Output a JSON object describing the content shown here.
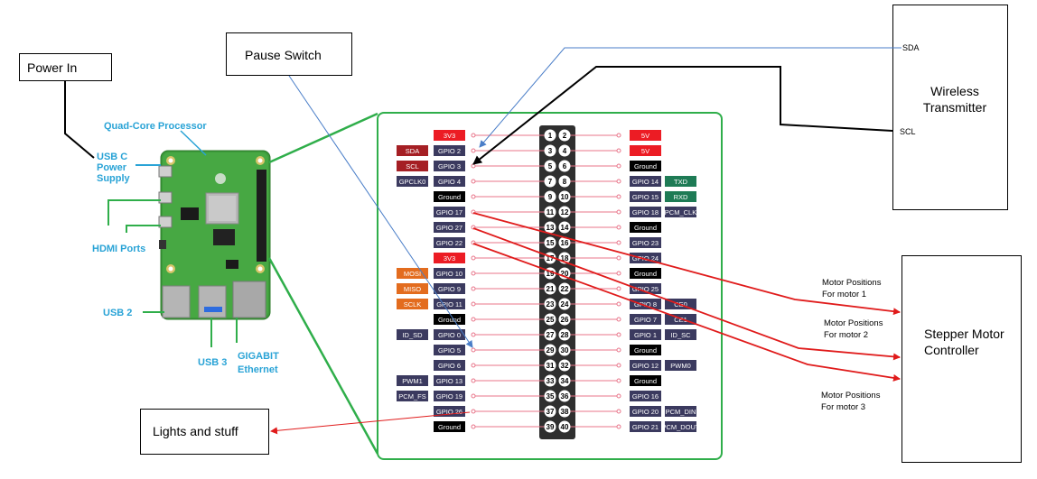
{
  "colors": {
    "power": "#ec1c24",
    "gpio": "#3b3a5f",
    "ground": "#000000",
    "special": "#a51f24",
    "spi": "#e36c1e",
    "uart": "#1e7b55",
    "frame_green": "#2fae4a",
    "pin_line": "#e8758a",
    "header": "#2f2f2f",
    "board_label": "#29a3d6",
    "arrow_red": "#e01b1b",
    "arrow_blue": "#4a7ec8",
    "arrow_black": "#000000"
  },
  "boxes": {
    "power_in": "Power In",
    "pause_switch": "Pause Switch",
    "lights": "Lights and stuff",
    "wireless_title": "Wireless Transmitter",
    "wireless_sda": "SDA",
    "wireless_scl": "SCL",
    "stepper_title": "Stepper Motor Controller"
  },
  "board_labels": {
    "processor": "Quad-Core Processor",
    "usb_c": "USB C Power Supply",
    "hdmi": "HDMI Ports",
    "usb2": "USB 2",
    "usb3": "USB 3",
    "ethernet": "GIGABIT Ethernet"
  },
  "motor_notes": [
    {
      "line1": "Motor Positions",
      "line2": "For motor 1"
    },
    {
      "line1": "Motor Positions",
      "line2": "For motor 2"
    },
    {
      "line1": "Motor Positions",
      "line2": "For motor 3"
    }
  ],
  "pinout": {
    "rows": [
      {
        "l": [
          "3V3"
        ],
        "lc": [
          "power"
        ],
        "ll": "",
        "llc": "",
        "a": 1,
        "b": 2,
        "r": "5V",
        "rc": "power",
        "rr": "",
        "rrc": ""
      },
      {
        "l": [
          "GPIO 2"
        ],
        "lc": [
          "gpio"
        ],
        "ll": "SDA",
        "llc": "special",
        "a": 3,
        "b": 4,
        "r": "5V",
        "rc": "power",
        "rr": "",
        "rrc": ""
      },
      {
        "l": [
          "GPIO 3"
        ],
        "lc": [
          "gpio"
        ],
        "ll": "SCL",
        "llc": "special",
        "a": 5,
        "b": 6,
        "r": "Ground",
        "rc": "ground",
        "rr": "",
        "rrc": ""
      },
      {
        "l": [
          "GPIO 4"
        ],
        "lc": [
          "gpio"
        ],
        "ll": "GPCLK0",
        "llc": "gpio",
        "a": 7,
        "b": 8,
        "r": "GPIO 14",
        "rc": "gpio",
        "rr": "TXD",
        "rrc": "uart"
      },
      {
        "l": [
          "Ground"
        ],
        "lc": [
          "ground"
        ],
        "ll": "",
        "llc": "",
        "a": 9,
        "b": 10,
        "r": "GPIO 15",
        "rc": "gpio",
        "rr": "RXD",
        "rrc": "uart"
      },
      {
        "l": [
          "GPIO 17"
        ],
        "lc": [
          "gpio"
        ],
        "ll": "",
        "llc": "",
        "a": 11,
        "b": 12,
        "r": "GPIO 18",
        "rc": "gpio",
        "rr": "PCM_CLK",
        "rrc": "gpio"
      },
      {
        "l": [
          "GPIO 27"
        ],
        "lc": [
          "gpio"
        ],
        "ll": "",
        "llc": "",
        "a": 13,
        "b": 14,
        "r": "Ground",
        "rc": "ground",
        "rr": "",
        "rrc": ""
      },
      {
        "l": [
          "GPIO 22"
        ],
        "lc": [
          "gpio"
        ],
        "ll": "",
        "llc": "",
        "a": 15,
        "b": 16,
        "r": "GPIO 23",
        "rc": "gpio",
        "rr": "",
        "rrc": ""
      },
      {
        "l": [
          "3V3"
        ],
        "lc": [
          "power"
        ],
        "ll": "",
        "llc": "",
        "a": 17,
        "b": 18,
        "r": "GPIO 24",
        "rc": "gpio",
        "rr": "",
        "rrc": ""
      },
      {
        "l": [
          "GPIO 10"
        ],
        "lc": [
          "gpio"
        ],
        "ll": "MOSI",
        "llc": "spi",
        "a": 19,
        "b": 20,
        "r": "Ground",
        "rc": "ground",
        "rr": "",
        "rrc": ""
      },
      {
        "l": [
          "GPIO 9"
        ],
        "lc": [
          "gpio"
        ],
        "ll": "MISO",
        "llc": "spi",
        "a": 21,
        "b": 22,
        "r": "GPIO 25",
        "rc": "gpio",
        "rr": "",
        "rrc": ""
      },
      {
        "l": [
          "GPIO 11"
        ],
        "lc": [
          "gpio"
        ],
        "ll": "SCLK",
        "llc": "spi",
        "a": 23,
        "b": 24,
        "r": "GPIO 8",
        "rc": "gpio",
        "rr": "CE0",
        "rrc": "gpio"
      },
      {
        "l": [
          "Ground"
        ],
        "lc": [
          "ground"
        ],
        "ll": "",
        "llc": "",
        "a": 25,
        "b": 26,
        "r": "GPIO 7",
        "rc": "gpio",
        "rr": "CE1",
        "rrc": "gpio"
      },
      {
        "l": [
          "GPIO 0"
        ],
        "lc": [
          "gpio"
        ],
        "ll": "ID_SD",
        "llc": "gpio",
        "a": 27,
        "b": 28,
        "r": "GPIO 1",
        "rc": "gpio",
        "rr": "ID_SC",
        "rrc": "gpio"
      },
      {
        "l": [
          "GPIO 5"
        ],
        "lc": [
          "gpio"
        ],
        "ll": "",
        "llc": "",
        "a": 29,
        "b": 30,
        "r": "Ground",
        "rc": "ground",
        "rr": "",
        "rrc": ""
      },
      {
        "l": [
          "GPIO 6"
        ],
        "lc": [
          "gpio"
        ],
        "ll": "",
        "llc": "",
        "a": 31,
        "b": 32,
        "r": "GPIO 12",
        "rc": "gpio",
        "rr": "PWM0",
        "rrc": "gpio"
      },
      {
        "l": [
          "GPIO 13"
        ],
        "lc": [
          "gpio"
        ],
        "ll": "PWM1",
        "llc": "gpio",
        "a": 33,
        "b": 34,
        "r": "Ground",
        "rc": "ground",
        "rr": "",
        "rrc": ""
      },
      {
        "l": [
          "GPIO 19"
        ],
        "lc": [
          "gpio"
        ],
        "ll": "PCM_FS",
        "llc": "gpio",
        "a": 35,
        "b": 36,
        "r": "GPIO 16",
        "rc": "gpio",
        "rr": "",
        "rrc": ""
      },
      {
        "l": [
          "GPIO 26"
        ],
        "lc": [
          "gpio"
        ],
        "ll": "",
        "llc": "",
        "a": 37,
        "b": 38,
        "r": "GPIO 20",
        "rc": "gpio",
        "rr": "PCM_DIN",
        "rrc": "gpio"
      },
      {
        "l": [
          "Ground"
        ],
        "lc": [
          "ground"
        ],
        "ll": "",
        "llc": "",
        "a": 39,
        "b": 40,
        "r": "GPIO 21",
        "rc": "gpio",
        "rr": "PCM_DOUT",
        "rrc": "gpio"
      }
    ]
  }
}
